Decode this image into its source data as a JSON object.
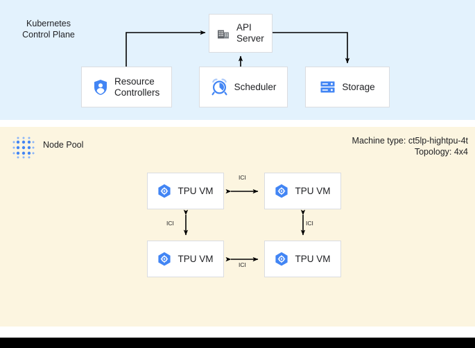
{
  "control_plane": {
    "label": "Kubernetes\nControl Plane",
    "background_color": "#e3f2fd",
    "boxes": [
      {
        "id": "api-server",
        "label": "API\nServer",
        "icon": "building-icon"
      },
      {
        "id": "resource-controllers",
        "label": "Resource\nControllers",
        "icon": "shield-user-icon"
      },
      {
        "id": "scheduler",
        "label": "Scheduler",
        "icon": "alarm-clock-icon"
      },
      {
        "id": "storage",
        "label": "Storage",
        "icon": "server-stack-icon"
      }
    ],
    "connections": [
      {
        "from": "resource-controllers",
        "to": "api-server",
        "direction": "one-way"
      },
      {
        "from": "scheduler",
        "to": "api-server",
        "direction": "one-way"
      },
      {
        "from": "api-server",
        "to": "storage",
        "direction": "one-way"
      }
    ]
  },
  "node_pool": {
    "label": "Node Pool",
    "icon": "dot-grid-icon",
    "background_color": "#fcf5e0",
    "machine_type": "Machine type: ct5lp-hightpu-4t",
    "topology": "Topology: 4x4",
    "vms": [
      {
        "id": "tpu-0",
        "label": "TPU VM",
        "icon": "tpu-hexagon-icon"
      },
      {
        "id": "tpu-1",
        "label": "TPU VM",
        "icon": "tpu-hexagon-icon"
      },
      {
        "id": "tpu-2",
        "label": "TPU VM",
        "icon": "tpu-hexagon-icon"
      },
      {
        "id": "tpu-3",
        "label": "TPU VM",
        "icon": "tpu-hexagon-icon"
      }
    ],
    "links": [
      {
        "id": "ici-top",
        "label": "ICI",
        "between": [
          "tpu-0",
          "tpu-1"
        ],
        "direction": "bidirectional"
      },
      {
        "id": "ici-left",
        "label": "ICI",
        "between": [
          "tpu-0",
          "tpu-2"
        ],
        "direction": "bidirectional"
      },
      {
        "id": "ici-right",
        "label": "ICI",
        "between": [
          "tpu-1",
          "tpu-3"
        ],
        "direction": "bidirectional"
      },
      {
        "id": "ici-bottom",
        "label": "ICI",
        "between": [
          "tpu-2",
          "tpu-3"
        ],
        "direction": "bidirectional"
      }
    ]
  },
  "colors": {
    "accent_blue": "#4285f4",
    "icon_gray": "#5f6368",
    "box_border": "#dadce0",
    "text": "#202124",
    "bottom_bar": "#000000"
  }
}
